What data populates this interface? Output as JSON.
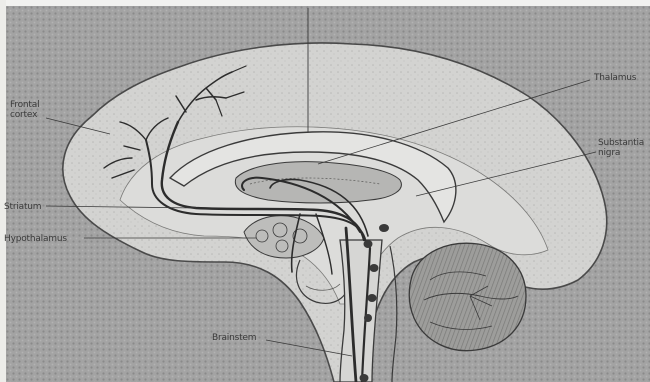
{
  "labels": {
    "frontal_cortex": "Frontal\ncortex",
    "thalamus": "Thalamus",
    "substantia_nigra": "Substantia\nnigra",
    "striatum": "Striatum",
    "hypothalamus": "Hypothalamus",
    "brainstem": "Brainstem"
  },
  "colors": {
    "background": "#9a9a9a",
    "tissue": "#cfcfcf",
    "pathway": "#2c2c2c",
    "outline": "#4a4a4a"
  }
}
